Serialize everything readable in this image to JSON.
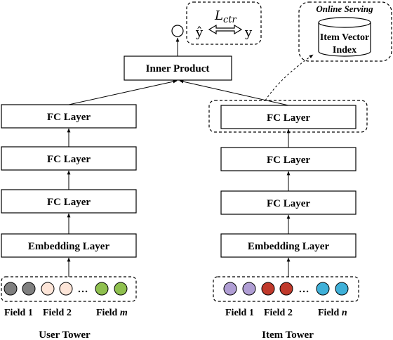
{
  "loss": {
    "symbol": "L",
    "subscript": "ctr",
    "y_hat": "ŷ",
    "y": "y"
  },
  "inner_product": "Inner Product",
  "online_serving": {
    "title": "Online Serving",
    "index_line1": "Item Vector",
    "index_line2": "Index"
  },
  "user_tower": {
    "title": "User Tower",
    "layers": [
      "FC Layer",
      "FC Layer",
      "FC Layer",
      "Embedding Layer"
    ],
    "fields": [
      {
        "name": "Field 1",
        "var": ""
      },
      {
        "name": "Field 2",
        "var": ""
      },
      {
        "name": "Field ",
        "var": "m"
      }
    ],
    "ellipsis": "…",
    "colors": [
      "#808080",
      "#808080",
      "#fde5d8",
      "#fde5d8",
      "#8fc04f",
      "#8fc04f"
    ]
  },
  "item_tower": {
    "title": "Item Tower",
    "layers": [
      "FC Layer",
      "FC Layer",
      "FC Layer",
      "Embedding Layer"
    ],
    "fields": [
      {
        "name": "Field 1",
        "var": ""
      },
      {
        "name": "Field 2",
        "var": ""
      },
      {
        "name": "Field ",
        "var": "n"
      }
    ],
    "ellipsis": "…",
    "colors": [
      "#b09ed4",
      "#b09ed4",
      "#c0392b",
      "#c0392b",
      "#3fb0d8",
      "#3fb0d8"
    ]
  }
}
